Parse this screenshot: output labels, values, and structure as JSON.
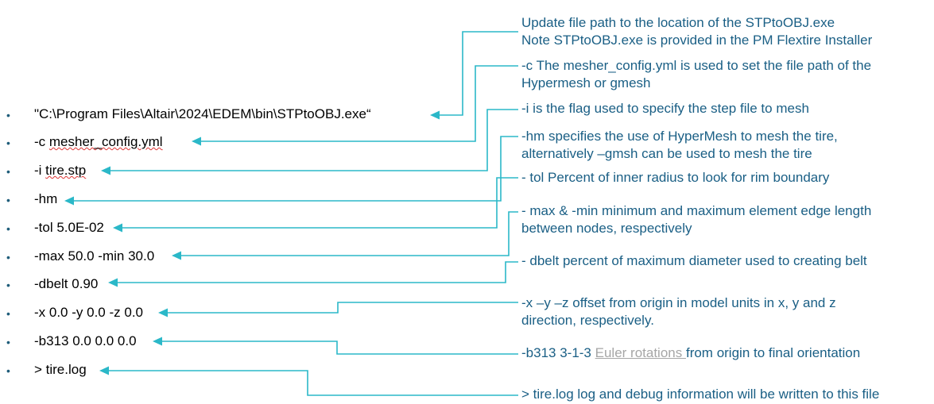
{
  "colors": {
    "connector": "#2bb8c8",
    "note_text": "#1a5f85",
    "command_text": "#000000",
    "bullet": "#1f5d7a",
    "link": "#a6a6a6"
  },
  "bullet_char": "•",
  "commands": [
    {
      "id": "exe",
      "text": "\"C:\\Program Files\\Altair\\2024\\EDEM\\bin\\STPtoOBJ.exe“"
    },
    {
      "id": "c",
      "prefix": "-c ",
      "squiggle": "mesher_config.yml"
    },
    {
      "id": "i",
      "prefix": "-i ",
      "squiggle": "tire.stp"
    },
    {
      "id": "hm",
      "text": "-hm"
    },
    {
      "id": "tol",
      "text": "-tol 5.0E-02"
    },
    {
      "id": "max",
      "text": "-max 50.0 -min 30.0"
    },
    {
      "id": "dbelt",
      "text": "-dbelt 0.90"
    },
    {
      "id": "xyz",
      "text": "-x 0.0 -y 0.0 -z 0.0"
    },
    {
      "id": "b313",
      "text": "-b313 0.0 0.0 0.0"
    },
    {
      "id": "log",
      "text": "> tire.log"
    }
  ],
  "notes": {
    "exe_1": "Update file path to the location of the STPtoOBJ.exe",
    "exe_2": "Note STPtoOBJ.exe is provided in the PM Flextire Installer",
    "c_1": "-c The mesher_config.yml is used to set the file path of the",
    "c_2": "Hypermesh or gmesh",
    "i_1": "-i is the flag used to specify the step file to mesh",
    "hm_1": "-hm specifies the use of HyperMesh to mesh the tire,",
    "hm_2": "alternatively –gmsh can be used to mesh the tire",
    "tol_1": "- tol Percent of inner radius to look for rim boundary",
    "max_1": "- max & -min minimum and maximum element edge length",
    "max_2": "between nodes, respectively",
    "dbelt_1": "- dbelt percent of maximum diameter used to creating belt",
    "xyz_1": "-x –y –z offset from origin in model units in x, y and z",
    "xyz_2": "direction, respectively.",
    "b313_pre": "-b313 3-1-3 ",
    "b313_link": "Euler rotations ",
    "b313_post": "from origin to final orientation",
    "log_1": "> tire.log log and debug information will be written to this file"
  }
}
